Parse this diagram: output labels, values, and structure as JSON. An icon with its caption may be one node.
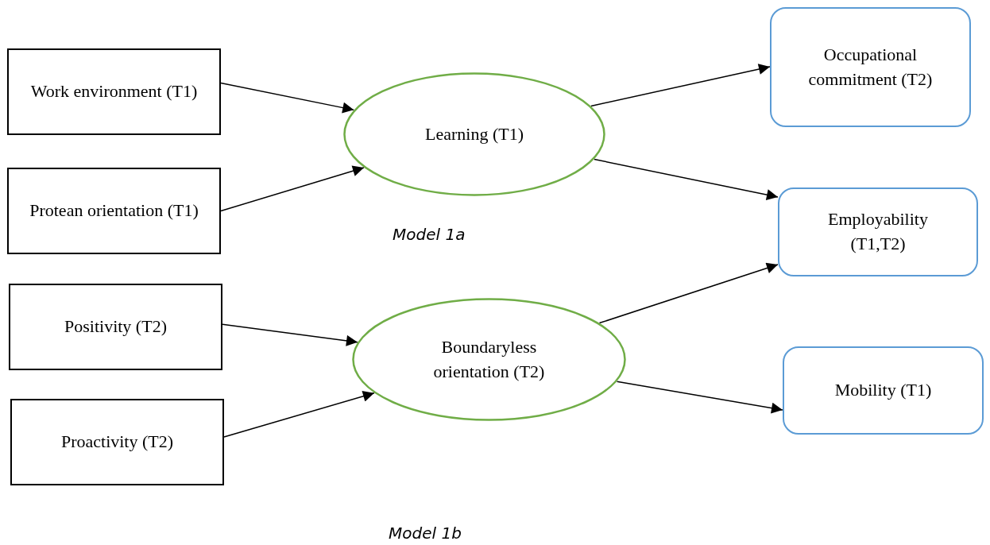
{
  "diagram": {
    "nodes": [
      {
        "text": [
          "Work environment (T1)"
        ]
      },
      {
        "text": [
          "Protean orientation (T1)"
        ]
      },
      {
        "text": [
          "Learning (T1)"
        ]
      },
      {
        "text": [
          "Occupational commitment (T2)"
        ]
      },
      {
        "text": [
          "Employability (T1,T2)"
        ]
      },
      {
        "text": [
          "Positivity (T2)"
        ]
      },
      {
        "text": [
          "Proactivity (T2)"
        ]
      },
      {
        "text": [
          "Boundaryless orientation (T2)"
        ]
      },
      {
        "text": [
          "Mobility (T1)"
        ]
      }
    ],
    "edges": [
      {
        "from": 0,
        "to": 2,
        "arrow": "to"
      },
      {
        "from": 1,
        "to": 2,
        "arrow": "to"
      },
      {
        "from": 2,
        "to": 3,
        "arrow": "to"
      },
      {
        "from": 2,
        "to": 4,
        "arrow": "to"
      },
      {
        "from": 5,
        "to": 7,
        "arrow": "to"
      },
      {
        "from": 6,
        "to": 7,
        "arrow": "to"
      },
      {
        "from": 7,
        "to": 4,
        "arrow": "to"
      },
      {
        "from": 7,
        "to": 8,
        "arrow": "to"
      }
    ],
    "labels": [
      "Model 1a",
      "Model 1b"
    ]
  }
}
